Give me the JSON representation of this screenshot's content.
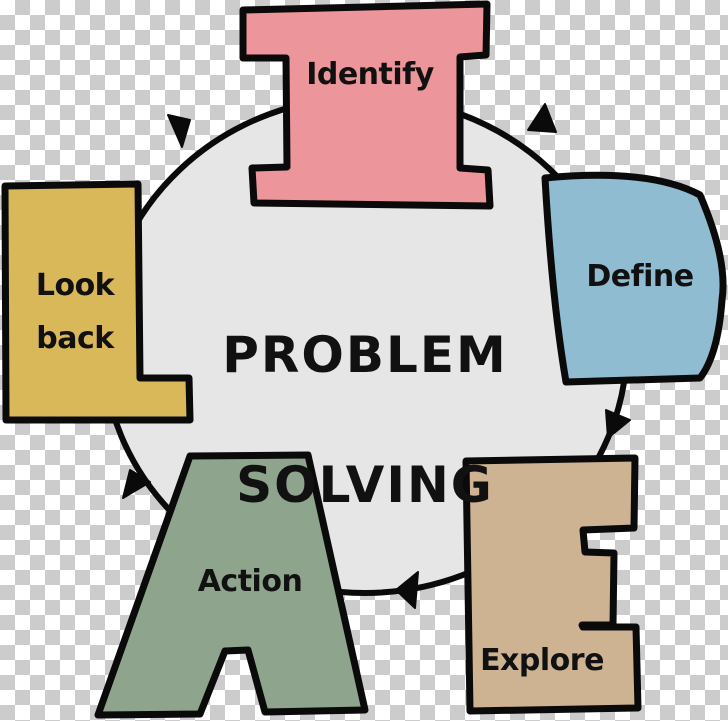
{
  "diagram": {
    "title_line1": "PROBLEM",
    "title_line2": "SOLVING",
    "steps": [
      {
        "letter": "I",
        "label": "Identify",
        "color": "#ec959b"
      },
      {
        "letter": "D",
        "label": "Define",
        "color": "#8fbcd1"
      },
      {
        "letter": "E",
        "label": "Explore",
        "color": "#cdb392"
      },
      {
        "letter": "A",
        "label": "Action",
        "color": "#8fa48d"
      },
      {
        "letter": "L",
        "label": "Look\nback",
        "color": "#d9b85a"
      }
    ],
    "cycle_direction": "clockwise",
    "arrow_icons": [
      "arrow-icon",
      "arrow-icon",
      "arrow-icon",
      "arrow-icon",
      "arrow-icon"
    ],
    "colors": {
      "circle_fill": "#e6e6e6",
      "outline": "#0a0a0a",
      "checker_dark": "#cccccc",
      "checker_light": "#ffffff"
    }
  }
}
